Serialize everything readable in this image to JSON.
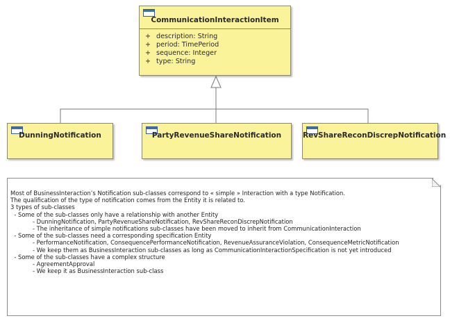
{
  "base_class": {
    "name": "CommunicationInteractionItem",
    "attributes": [
      {
        "visibility": "+",
        "text": "description: String"
      },
      {
        "visibility": "+",
        "text": "period: TimePeriod"
      },
      {
        "visibility": "+",
        "text": "sequence: Integer"
      },
      {
        "visibility": "+",
        "text": "type: String"
      }
    ]
  },
  "subclasses": [
    {
      "name": "DunningNotification"
    },
    {
      "name": "PartyRevenueShareNotification"
    },
    {
      "name": "RevShareReconDiscrepNotification"
    }
  ],
  "note": {
    "lines": [
      "Most of BusinessInteraction’s Notification sub-classes correspond to « simple » Interaction with a type Notification.",
      "The qualification of the type of notification comes from the Entity it is related to.",
      "3 types of sub-classes",
      "  - Some of the sub-classes only have a relationship with another Entity",
      "            - DunningNotification, PartyRevenueShareNotification, RevShareReconDiscrepNotification",
      "            - The inheritance of simple notifications sub-classes have been moved to inherit from CommunicationInteraction",
      "  - Some of the sub-classes need a corresponding specification Entity",
      "            - PerformanceNotification, ConsequencePerformanceNotification, RevenueAssuranceViolation, ConsequenceMetricNotification",
      "            - We keep them as BusinessInteraction sub-classes as long as CommunicationInteractionSpecification is not yet introduced",
      "  - Some of the sub-classes have a complex structure",
      "            - AgreementApproval",
      "            - We keep it as BusinessInteraction sub-class"
    ]
  }
}
